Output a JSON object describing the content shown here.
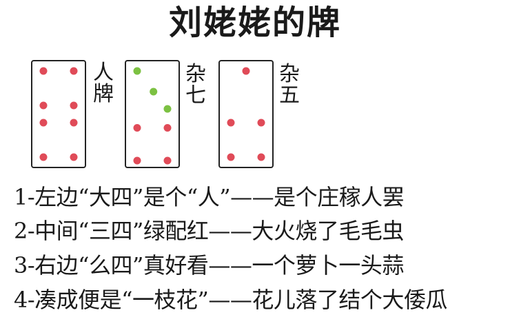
{
  "title": "刘姥姥的牌",
  "colors": {
    "red_pip": "#e04b58",
    "green_pip": "#7cc142",
    "border": "#222222"
  },
  "tiles": [
    {
      "name": "ren-pai",
      "label": "人\n牌",
      "pips": [
        {
          "col": 0,
          "row": 0,
          "color": "red"
        },
        {
          "col": 1,
          "row": 0,
          "color": "red"
        },
        {
          "col": 0,
          "row": 2,
          "color": "red"
        },
        {
          "col": 1,
          "row": 2,
          "color": "red"
        },
        {
          "col": 0,
          "row": 3,
          "color": "red"
        },
        {
          "col": 1,
          "row": 3,
          "color": "red"
        },
        {
          "col": 0,
          "row": 5,
          "color": "red"
        },
        {
          "col": 1,
          "row": 5,
          "color": "red"
        }
      ]
    },
    {
      "name": "za-qi",
      "label": "杂\n七",
      "pips": [
        {
          "col": 0,
          "row": 0,
          "color": "green"
        },
        {
          "col": 0.7,
          "row": 1.2,
          "color": "green"
        },
        {
          "col": 1.3,
          "row": 2.2,
          "color": "green"
        },
        {
          "col": 0,
          "row": 3.3,
          "color": "red"
        },
        {
          "col": 1.3,
          "row": 3.3,
          "color": "red"
        },
        {
          "col": 0,
          "row": 5.2,
          "color": "red"
        },
        {
          "col": 1.3,
          "row": 5.2,
          "color": "red"
        }
      ]
    },
    {
      "name": "za-wu",
      "label": "杂\n五",
      "pips": [
        {
          "col": 0.5,
          "row": 0,
          "color": "red"
        },
        {
          "col": 0,
          "row": 3,
          "color": "red"
        },
        {
          "col": 1,
          "row": 3,
          "color": "red"
        },
        {
          "col": 0,
          "row": 5,
          "color": "red"
        },
        {
          "col": 1,
          "row": 5,
          "color": "red"
        }
      ]
    }
  ],
  "lines": [
    "1-左边“大四”是个“人”——是个庄稼人罢",
    "2-中间“三四”绿配红——大火烧了毛毛虫",
    "3-右边“么四”真好看——一个萝卜一头蒜",
    "4-凑成便是“一枝花”——花儿落了结个大倭瓜"
  ]
}
